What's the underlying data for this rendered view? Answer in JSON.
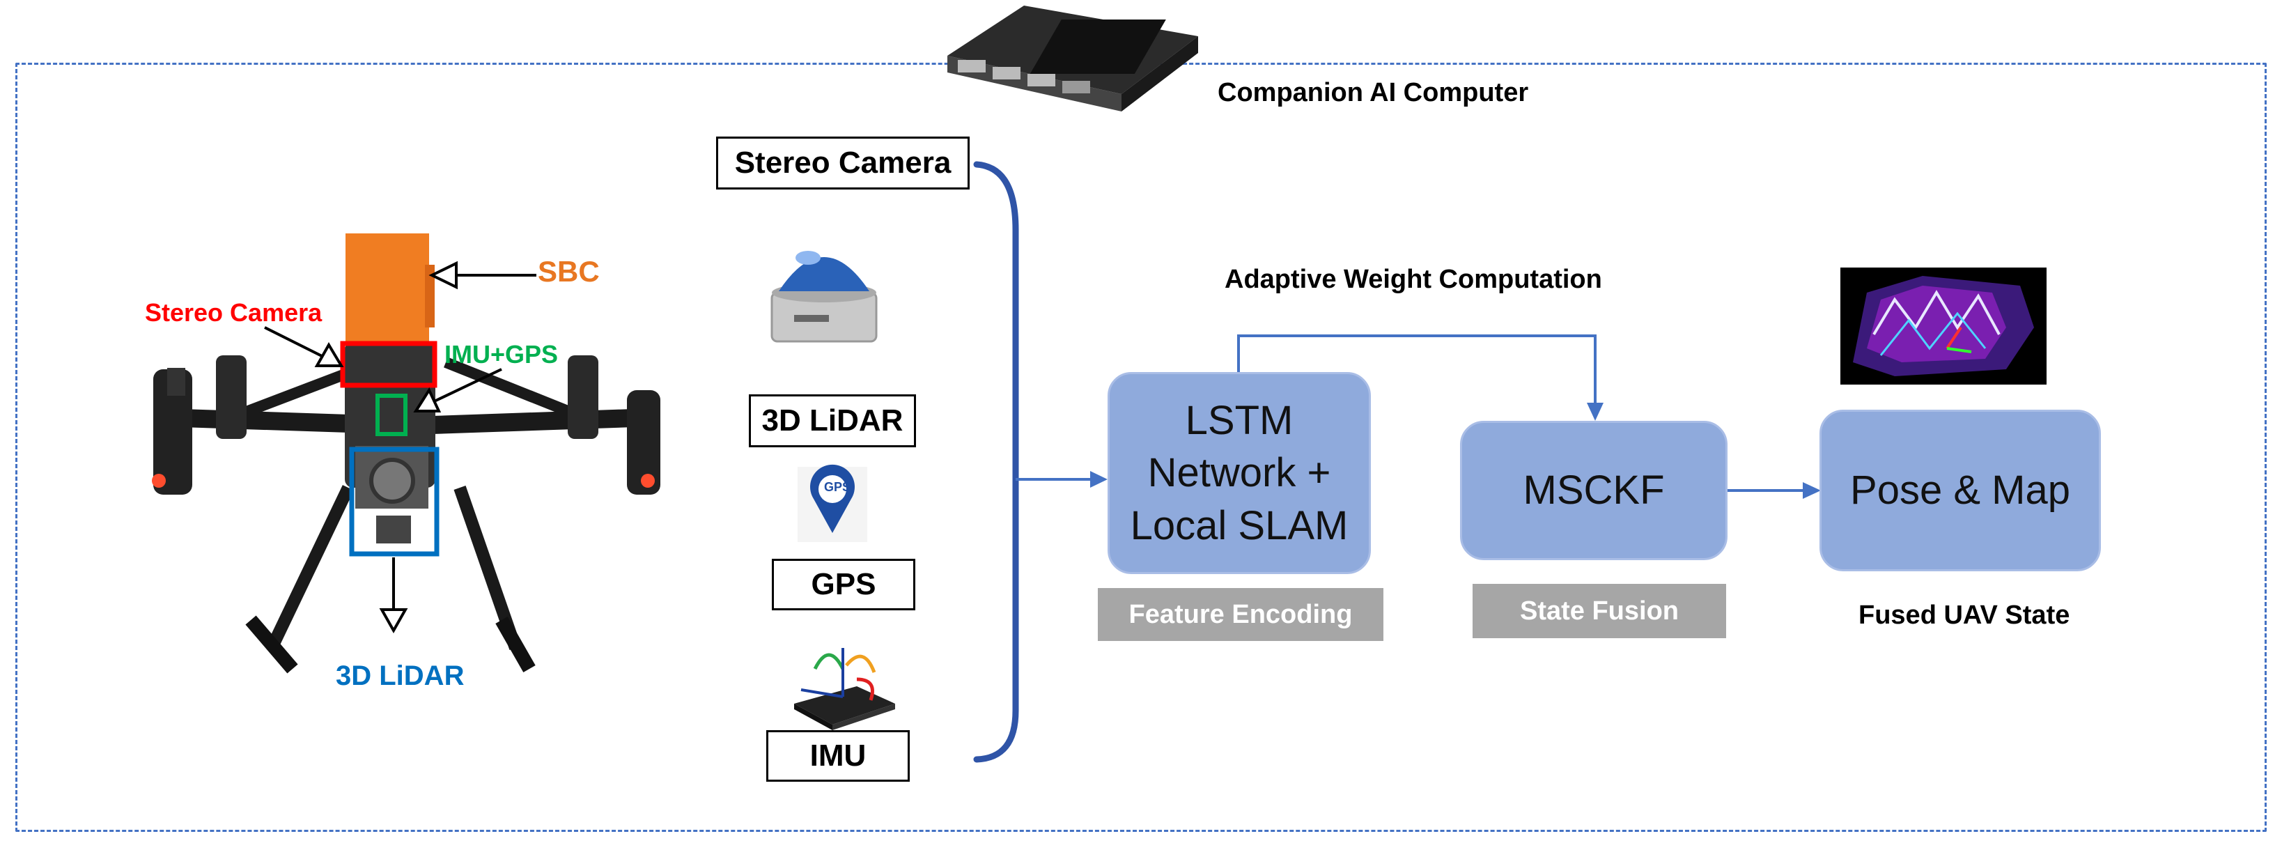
{
  "companion": {
    "label": "Companion AI Computer"
  },
  "drone": {
    "sbc_label": "SBC",
    "stereo_label": "Stereo Camera",
    "imu_gps_label": "IMU+GPS",
    "lidar_label": "3D LiDAR"
  },
  "sensors": {
    "stereo_camera": "Stereo Camera",
    "lidar": "3D LiDAR",
    "gps": "GPS",
    "imu": "IMU",
    "gps_pin_text": "GPS"
  },
  "pipeline": {
    "adaptive_weight": "Adaptive Weight Computation",
    "lstm_line1": "LSTM",
    "lstm_line2": "Network +",
    "lstm_line3": "Local SLAM",
    "feature_encoding": "Feature Encoding",
    "msckf": "MSCKF",
    "state_fusion": "State Fusion",
    "pose_map": "Pose & Map",
    "fused_state": "Fused UAV State"
  },
  "colors": {
    "frame": "#4472c4",
    "box_fill": "#8faadc",
    "arrow": "#4472c4",
    "sbc": "#e87722",
    "stereo": "#ff0000",
    "imu_gps": "#00b050",
    "lidar": "#0070c0"
  }
}
